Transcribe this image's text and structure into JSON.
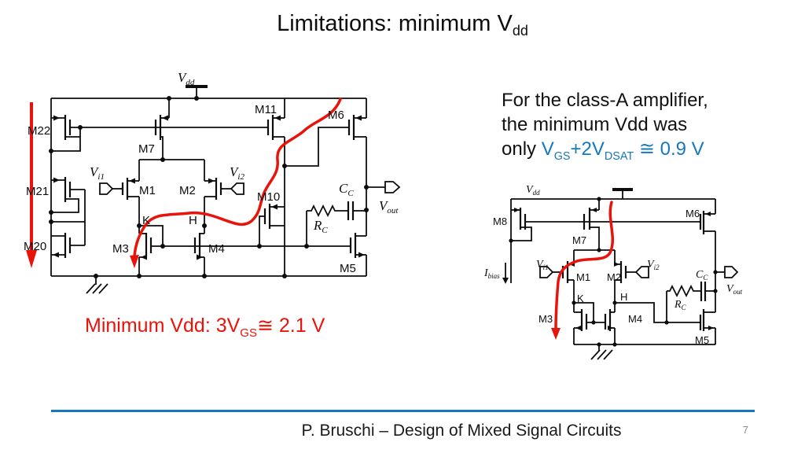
{
  "title": {
    "main": "Limitations: minimum V",
    "sub": "dd"
  },
  "note": {
    "line1": "For the class-A amplifier,",
    "line2": "the minimum Vdd was",
    "line3_prefix": "only ",
    "formula": {
      "p1": "V",
      "p1_sub": "GS",
      "p2": "+2V",
      "p2_sub": "DSAT",
      "p3": " ≅ 0.9 V"
    }
  },
  "caption": {
    "p1": "Minimum Vdd: 3V",
    "sub": "GS",
    "p2": "≅ 2.1 V"
  },
  "footer": {
    "text": "P. Bruschi – Design of Mixed Signal Circuits",
    "page": "7"
  },
  "colors": {
    "accent_blue": "#1678be",
    "annotation_red": "#e8140c",
    "wire_black": "#0d0d0d"
  },
  "left_circuit": {
    "transistors": {
      "m22": "M22",
      "m21": "M21",
      "m20": "M20",
      "m7": "M7",
      "m11": "M11",
      "m6": "M6",
      "m1": "M1",
      "m2": "M2",
      "m3": "M3",
      "m4": "M4",
      "m10": "M10",
      "m5": "M5"
    },
    "nodes": {
      "k": "K",
      "h": "H"
    },
    "labels": {
      "vdd": {
        "main": "V",
        "sub": "dd"
      },
      "vi1": {
        "main": "V",
        "sub": "i1"
      },
      "vi2": {
        "main": "V",
        "sub": "i2"
      },
      "cc": {
        "main": "C",
        "sub": "C"
      },
      "rc": {
        "main": "R",
        "sub": "C"
      },
      "vout": {
        "main": "V",
        "sub": "out"
      }
    }
  },
  "right_circuit": {
    "transistors": {
      "m8": "M8",
      "m7": "M7",
      "m6": "M6",
      "m1": "M1",
      "m2": "M2",
      "m3": "M3",
      "m4": "M4",
      "m5": "M5"
    },
    "nodes": {
      "k": "K",
      "h": "H"
    },
    "labels": {
      "vdd": {
        "main": "V",
        "sub": "dd"
      },
      "ibias": {
        "main": "I",
        "sub": "bias"
      },
      "vi1": {
        "main": "V",
        "sub": "i1"
      },
      "vi2": {
        "main": "V",
        "sub": "i2"
      },
      "cc": {
        "main": "C",
        "sub": "C"
      },
      "rc": {
        "main": "R",
        "sub": "C"
      },
      "vout": {
        "main": "V",
        "sub": "out"
      }
    }
  }
}
